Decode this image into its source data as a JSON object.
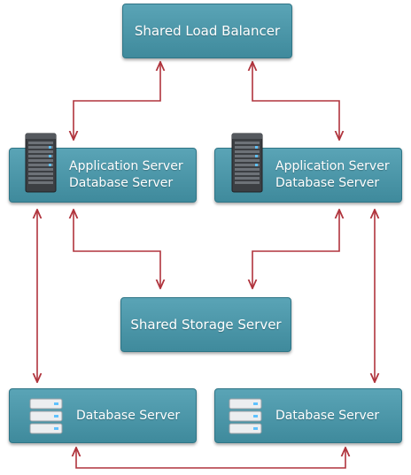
{
  "nodes": {
    "load_balancer": {
      "label": "Shared Load Balancer"
    },
    "app_server_left": {
      "line1": "Application Server",
      "line2": "Database Server",
      "icon": "server-tower-icon"
    },
    "app_server_right": {
      "line1": "Application Server",
      "line2": "Database Server",
      "icon": "server-tower-icon"
    },
    "storage_server": {
      "label": "Shared Storage Server"
    },
    "db_server_left": {
      "label": "Database Server",
      "icon": "server-stack-icon"
    },
    "db_server_right": {
      "label": "Database Server",
      "icon": "server-stack-icon"
    }
  },
  "colors": {
    "box_fill_top": "#5aa4b6",
    "box_fill_bottom": "#3f8a9c",
    "connector": "#b0343d"
  }
}
